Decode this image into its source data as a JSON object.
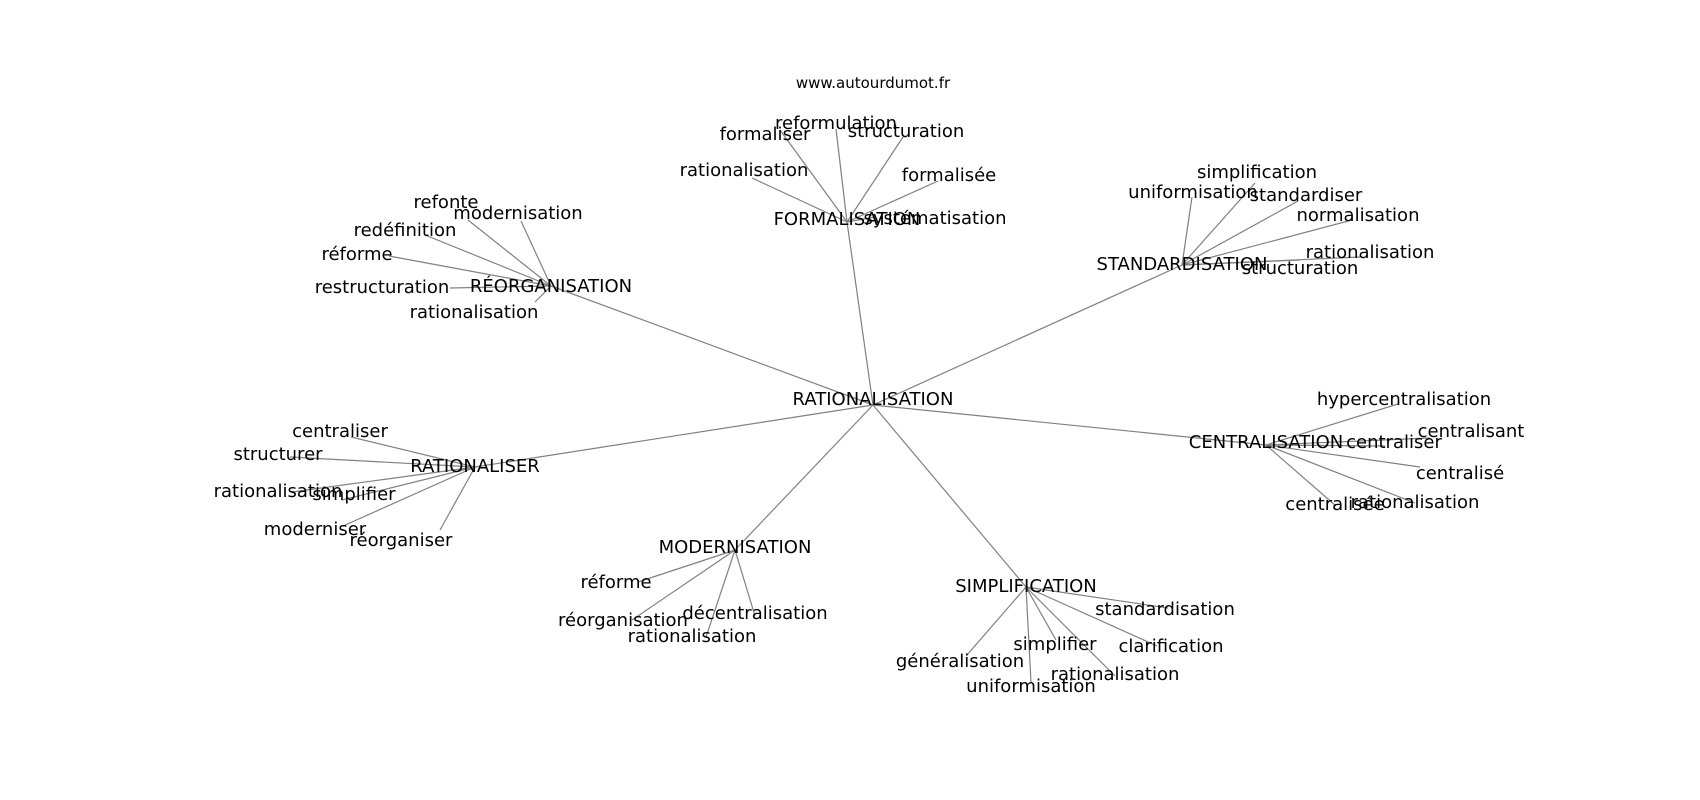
{
  "watermark": "www.autourdumot.fr",
  "center": {
    "label": "RATIONALISATION"
  },
  "clusters": [
    {
      "id": "formalisation",
      "label": "FORMALISATION",
      "words": [
        "reformulation",
        "formaliser",
        "structuration",
        "rationalisation",
        "formalisée",
        "systématisation"
      ]
    },
    {
      "id": "standardisation",
      "label": "STANDARDISATION",
      "words": [
        "simplification",
        "uniformisation",
        "standardiser",
        "normalisation",
        "rationalisation",
        "structuration"
      ]
    },
    {
      "id": "reorganisation",
      "label": "RÉORGANISATION",
      "words": [
        "refonte",
        "modernisation",
        "redéfinition",
        "réforme",
        "restructuration",
        "rationalisation"
      ]
    },
    {
      "id": "rationaliser",
      "label": "RATIONALISER",
      "words": [
        "centraliser",
        "structurer",
        "rationalisation",
        "simplifier",
        "moderniser",
        "réorganiser"
      ]
    },
    {
      "id": "centralisation",
      "label": "CENTRALISATION",
      "words": [
        "hypercentralisation",
        "centralisant",
        "centraliser",
        "centralisé",
        "centralisée",
        "rationalisation"
      ]
    },
    {
      "id": "modernisation",
      "label": "MODERNISATION",
      "words": [
        "réforme",
        "réorganisation",
        "décentralisation",
        "rationalisation"
      ]
    },
    {
      "id": "simplification",
      "label": "SIMPLIFICATION",
      "words": [
        "standardisation",
        "simplifier",
        "clarification",
        "généralisation",
        "rationalisation",
        "uniformisation"
      ]
    }
  ]
}
